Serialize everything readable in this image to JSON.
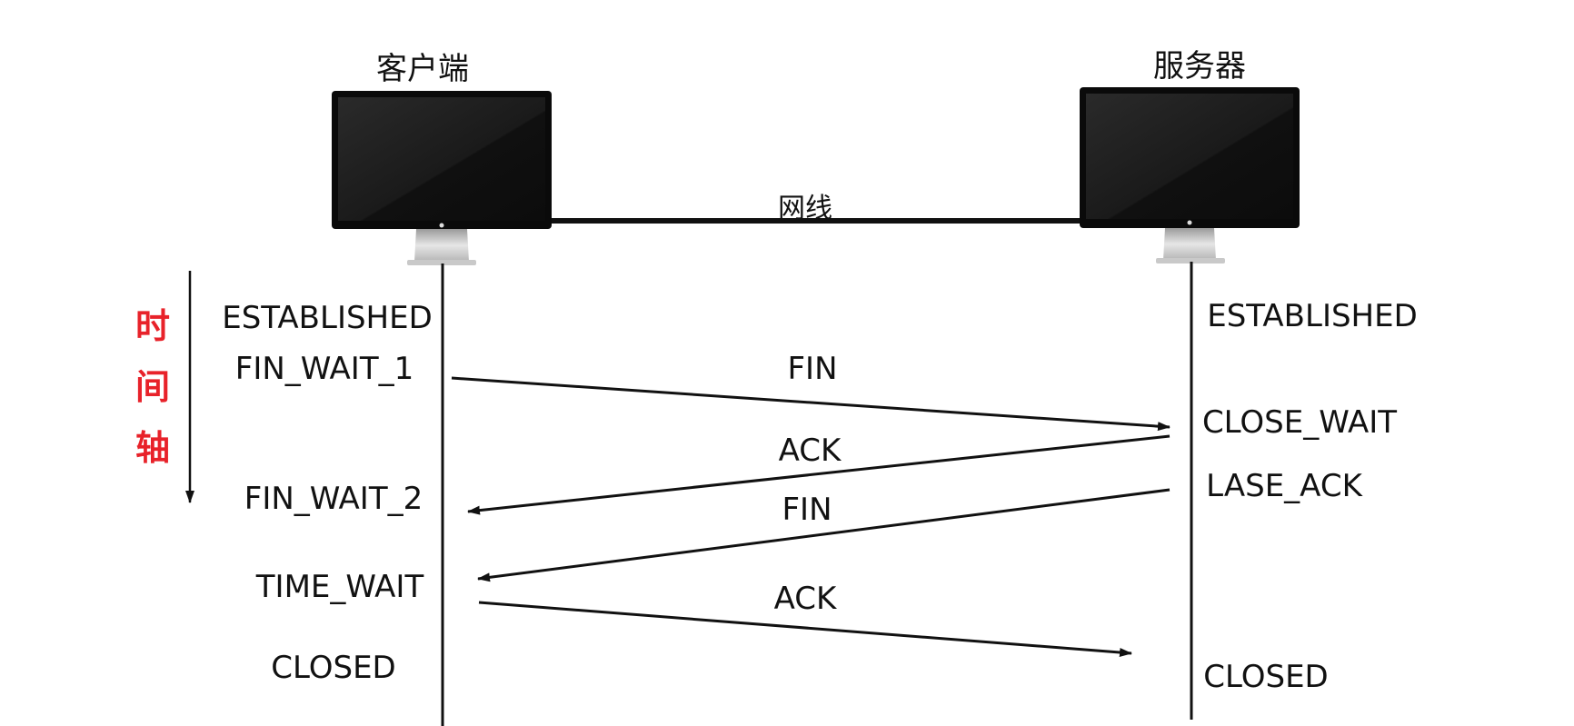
{
  "colors": {
    "time_axis": "#e8222a",
    "line": "#111111",
    "screen": "#1c1c1c",
    "bezel": "#0a0a0a"
  },
  "hosts": {
    "client": "客户端",
    "server": "服务器"
  },
  "cable_label": "网线",
  "time_axis": {
    "chars": [
      "时",
      "间",
      "轴"
    ]
  },
  "client_states": [
    "ESTABLISHED",
    "FIN_WAIT_1",
    "FIN_WAIT_2",
    "TIME_WAIT",
    "CLOSED"
  ],
  "server_states": [
    "ESTABLISHED",
    "CLOSE_WAIT",
    "LASE_ACK",
    "CLOSED"
  ],
  "messages": [
    {
      "label": "FIN",
      "from": "client",
      "to": "server"
    },
    {
      "label": "ACK",
      "from": "server",
      "to": "client"
    },
    {
      "label": "FIN",
      "from": "server",
      "to": "client"
    },
    {
      "label": "ACK",
      "from": "client",
      "to": "server"
    }
  ]
}
